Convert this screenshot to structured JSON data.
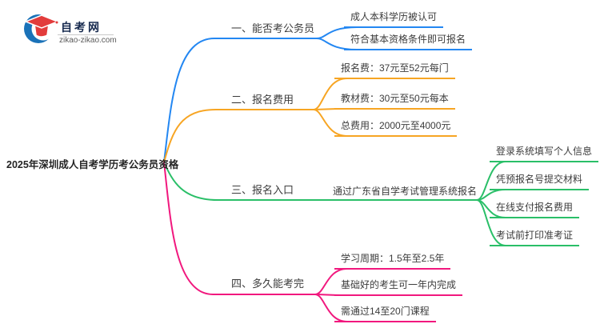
{
  "logo": {
    "site_name": "自考网",
    "site_url": "zikao-zikao.com"
  },
  "central_topic": "2025年深圳成人自考学历考公务员资格",
  "colors": {
    "branch1_blue": "#2387f2",
    "branch2_orange": "#f7a523",
    "branch3_green": "#2abf68",
    "branch4_pink": "#f1187e",
    "logo_red": "#e23c3c",
    "logo_blue": "#1a72b8",
    "logo_navy": "#16294e"
  },
  "branches": [
    {
      "label": "一、能否考公务员",
      "children": [
        "成人本科学历被认可",
        "符合基本资格条件即可报名"
      ]
    },
    {
      "label": "二、报名费用",
      "children": [
        "报名费：37元至52元每门",
        "教材费：30元至50元每本",
        "总费用：2000元至4000元"
      ]
    },
    {
      "label": "三、报名入口",
      "child_label": "通过广东省自学考试管理系统报名",
      "children": [
        "登录系统填写个人信息",
        "凭预报名号提交材料",
        "在线支付报名费用",
        "考试前打印准考证"
      ]
    },
    {
      "label": "四、多久能考完",
      "children": [
        "学习周期：1.5年至2.5年",
        "基础好的考生可一年内完成",
        "需通过14至20门课程"
      ]
    }
  ]
}
